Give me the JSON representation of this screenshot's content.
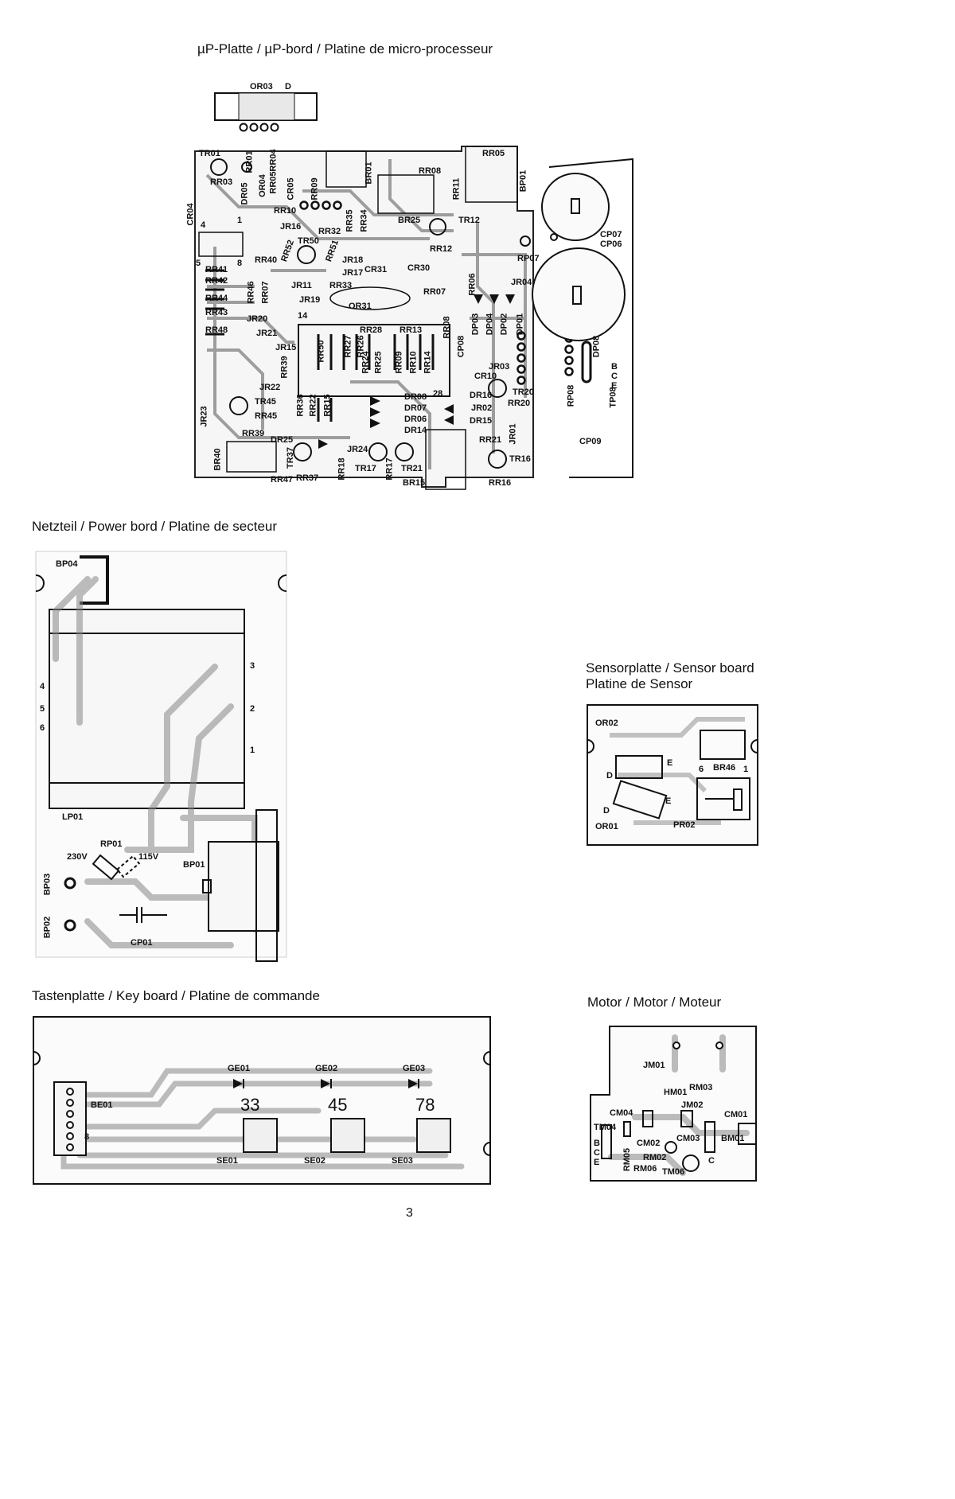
{
  "sections": {
    "up_title": "µP-Platte / µP-bord / Platine de micro-processeur",
    "netzteil_title": "Netzteil / Power bord / Platine de secteur",
    "sensor_title_1": "Sensorplatte / Sensor board",
    "sensor_title_2": "Platine de Sensor",
    "tasten_title": "Tastenplatte / Key board / Platine de commande",
    "motor_title": "Motor / Motor / Moteur"
  },
  "page_number": "3",
  "up_board": {
    "labels": [
      "OR03",
      "D",
      "TR01",
      "RR01",
      "RR03",
      "RR04",
      "RR05",
      "CR05",
      "OR04",
      "DR05",
      "RR09",
      "BR01",
      "RR08",
      "RR05",
      "BP01",
      "CR04",
      "RR10",
      "JR16",
      "RR35",
      "RR34",
      "BR25",
      "RR11",
      "TR12",
      "RR32",
      "TR50",
      "RR12",
      "RR52",
      "RR51",
      "RR40",
      "JR18",
      "JR17",
      "CR31",
      "CR30",
      "CP07",
      "CP06",
      "RP07",
      "RR41",
      "RR42",
      "RR44",
      "RR43",
      "RR48",
      "RR46",
      "RR07",
      "JR11",
      "RR33",
      "OR31",
      "RR07",
      "JR19",
      "JR20",
      "JR21",
      "RR06",
      "JR04",
      "DP03",
      "DP04",
      "DP02",
      "DP01",
      "RR28",
      "RR13",
      "RR08",
      "CP08",
      "JR15",
      "RR50",
      "RR27",
      "RR26",
      "RR24",
      "RR25",
      "RR09",
      "RR10",
      "RR14",
      "JR03",
      "RR39",
      "CR10",
      "JR22",
      "DR08",
      "DR07",
      "DR06",
      "DR14",
      "DR16",
      "DR15",
      "TR20",
      "RR20",
      "TR45",
      "RR45",
      "RR36",
      "RR22",
      "RR15",
      "JR02",
      "JR23",
      "RR39",
      "DR25",
      "JR24",
      "RR21",
      "TR16",
      "JR01",
      "BR40",
      "TR37",
      "RR37",
      "RR18",
      "TR17",
      "RR17",
      "TR21",
      "BR15",
      "RR16",
      "RR47",
      "RP08",
      "DP08",
      "TP08",
      "CP09",
      "B",
      "C",
      "E",
      "4",
      "5",
      "8",
      "1",
      "14",
      "28"
    ]
  },
  "power_board": {
    "labels": [
      "BP04",
      "LP01",
      "RP01",
      "230V",
      "115V",
      "BP01",
      "BP03",
      "BP02",
      "CP01",
      "4",
      "5",
      "6",
      "3",
      "2",
      "1"
    ]
  },
  "sensor_board": {
    "labels": [
      "OR02",
      "D",
      "E",
      "6",
      "BR46",
      "1",
      "D",
      "E",
      "OR01",
      "PR02"
    ]
  },
  "key_board": {
    "labels": [
      "GE01",
      "GE02",
      "GE03",
      "BE01",
      "8",
      "SE01",
      "SE02",
      "SE03"
    ],
    "values": [
      "33",
      "45",
      "78"
    ]
  },
  "motor_board": {
    "labels": [
      "JM01",
      "HM01",
      "RM03",
      "JM02",
      "CM04",
      "TM04",
      "CM01",
      "CM02",
      "CM03",
      "BM01",
      "RM05",
      "RM02",
      "RM06",
      "TM06",
      "B",
      "C",
      "E",
      "C"
    ]
  }
}
